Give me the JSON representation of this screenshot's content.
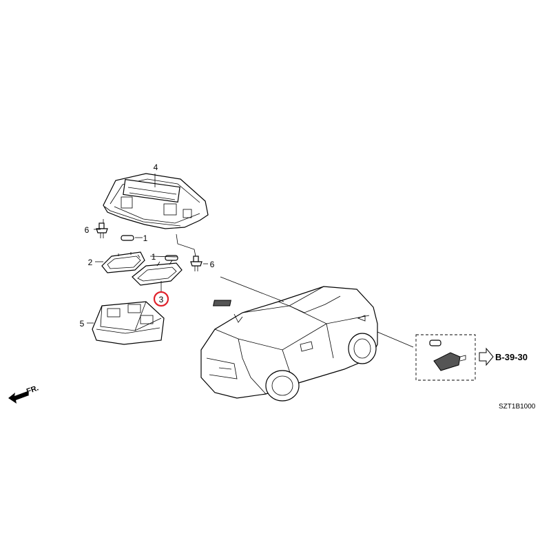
{
  "callouts": {
    "c1a": "1",
    "c1b": "1",
    "c2": "2",
    "c3": "3",
    "c4": "4",
    "c5": "5",
    "c6a": "6",
    "c6b": "6"
  },
  "reference": "B-39-30",
  "diagram_code": "SZT1B1000",
  "front_label": "FR.",
  "colors": {
    "highlight": "#e0202a",
    "line": "#000000"
  }
}
